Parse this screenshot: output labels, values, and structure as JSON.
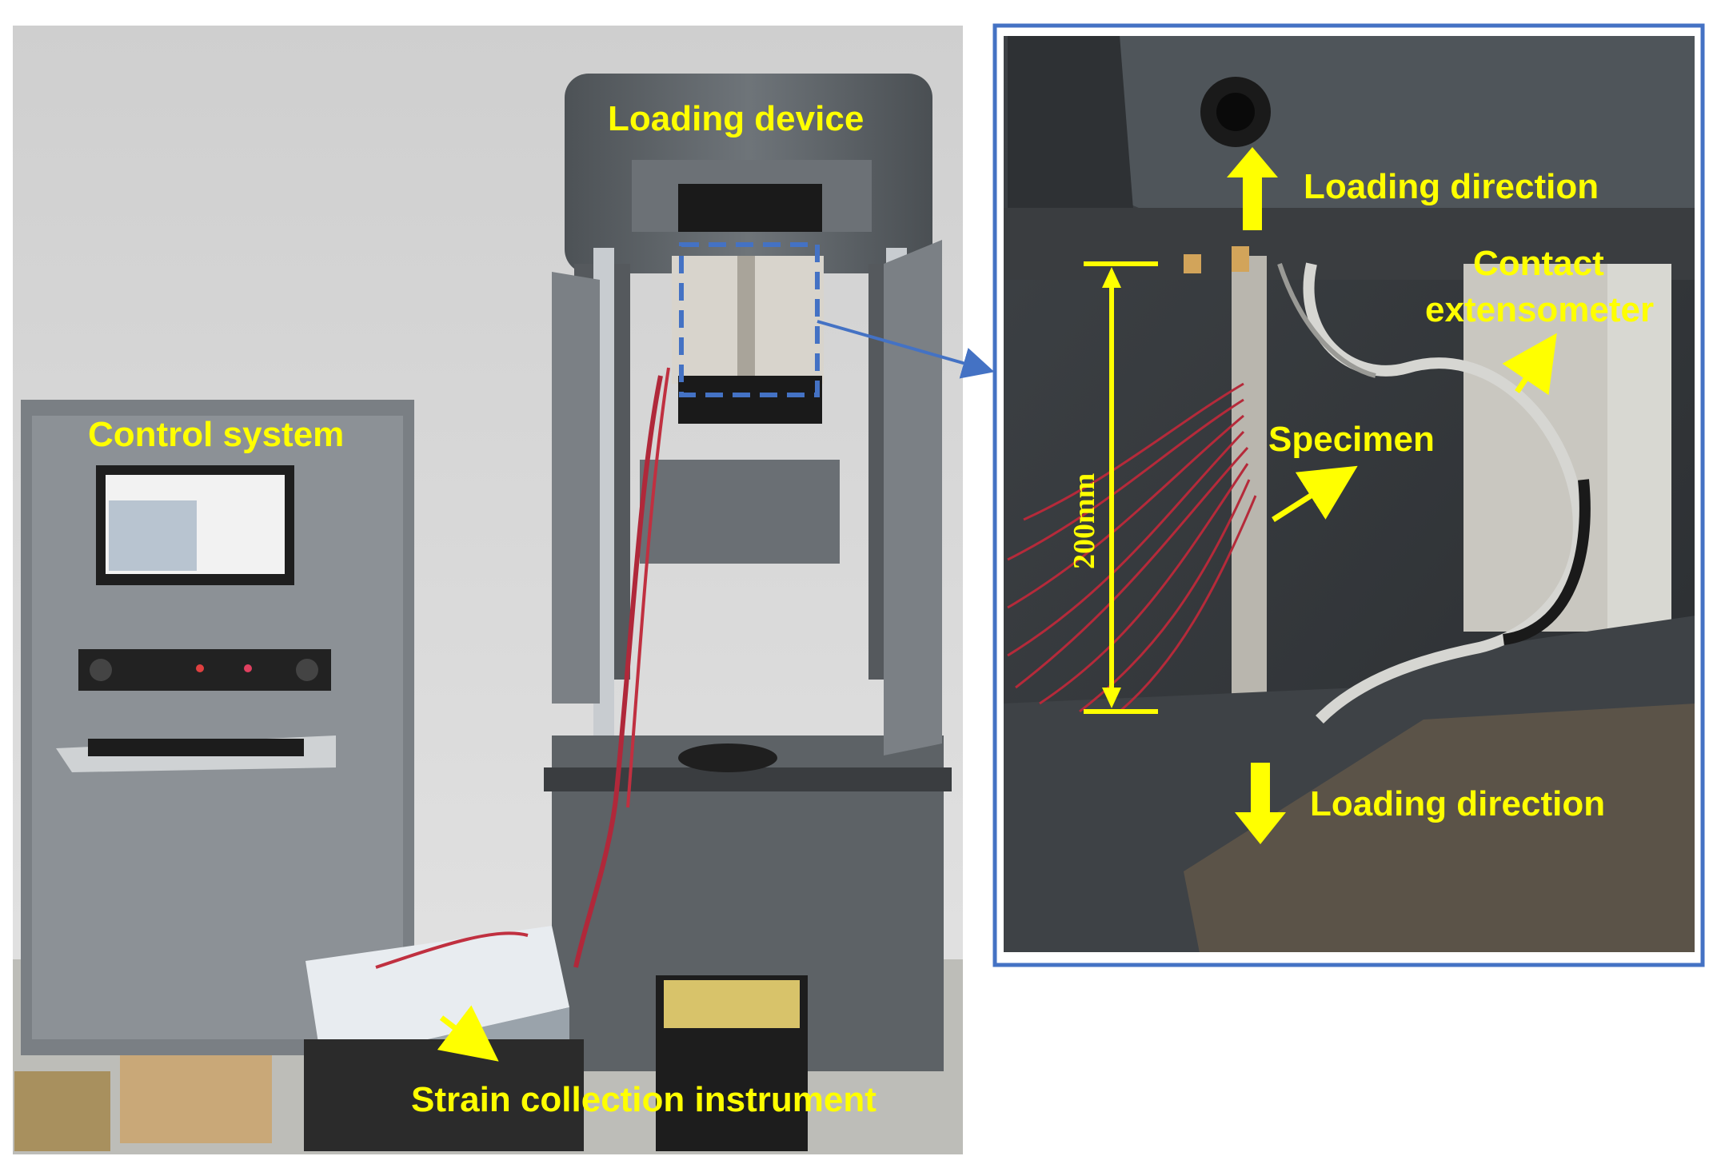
{
  "labels": {
    "loading_device": "Loading device",
    "control_system": "Control system",
    "strain_collection": "Strain collection instrument",
    "loading_direction_top": "Loading direction",
    "loading_direction_bottom": "Loading direction",
    "contact_line1": "Contact",
    "contact_line2": "extensometer",
    "specimen": "Specimen",
    "gauge_length": "200mm"
  },
  "colors": {
    "annotation": "#ffff00",
    "inset_border": "#4472c4",
    "callout_box": "#4472c4"
  }
}
